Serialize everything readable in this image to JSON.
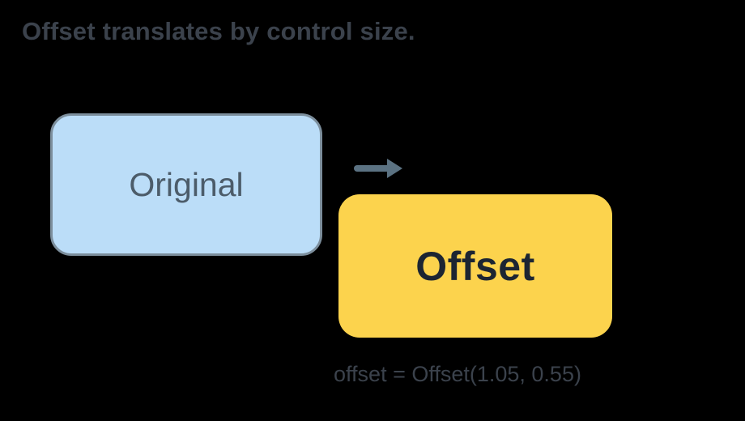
{
  "background_color": "#000000",
  "title": {
    "text": "Offset translates by control size.",
    "color": "#3B424C"
  },
  "original_box": {
    "label": "Original",
    "fill": "#BBDDF8",
    "border_color": "#7C8E9C",
    "text_color": "#4C5C6A"
  },
  "offset_box": {
    "label": "Offset",
    "fill": "#FCD34D",
    "text_color": "#1C2532"
  },
  "arrow": {
    "icon": "right-arrow-icon",
    "color": "#5B7282"
  },
  "caption": {
    "text": "offset = Offset(1.05, 0.55)",
    "color": "#3B424C"
  }
}
